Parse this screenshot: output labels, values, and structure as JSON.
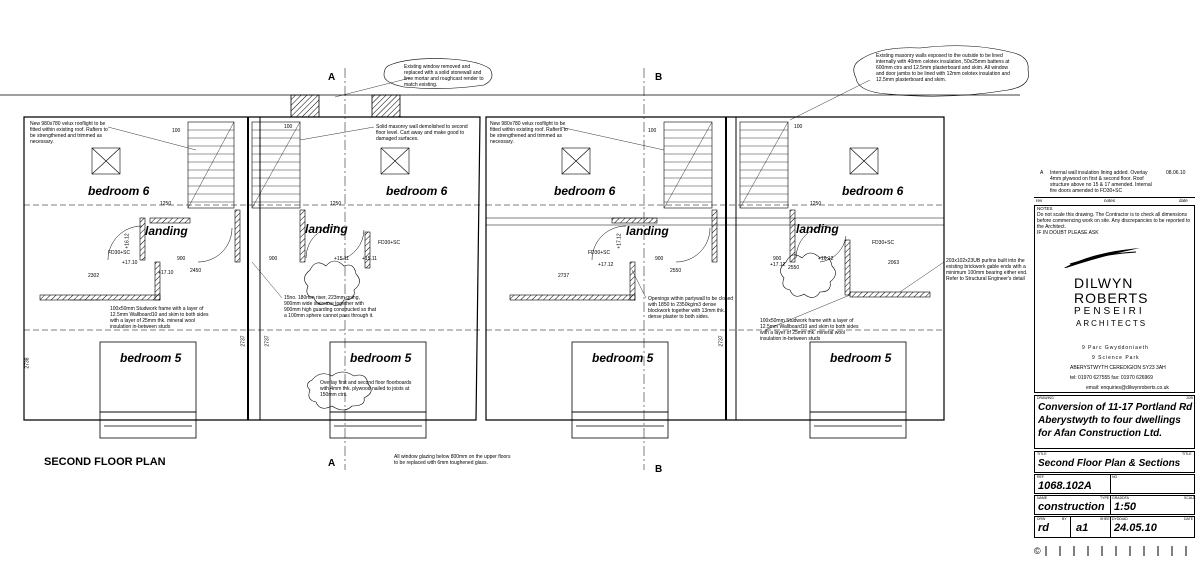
{
  "plan": {
    "title": "SECOND FLOOR PLAN",
    "section_marks": [
      "A",
      "A",
      "B",
      "B"
    ],
    "rooms": {
      "bedroom6": "bedroom 6",
      "bedroom5": "bedroom 5",
      "landing": "landing"
    },
    "fire_door": "FD30+SC",
    "dims": [
      "1250",
      "1250",
      "1250",
      "2302",
      "2450",
      "2737",
      "2550",
      "2063",
      "2550",
      "100",
      "100",
      "100",
      "100",
      "900",
      "900",
      "900",
      "900",
      "2738",
      "2737",
      "2737",
      "2737"
    ],
    "levels": [
      "+17.10",
      "+17.10",
      "+15.11",
      "+15.11",
      "+17.12",
      "+17.12",
      "+16.12",
      "+16.12",
      "+17.12"
    ],
    "notes": {
      "window_removed": "Existing window removed and replaced with a solid stonewall and lime mortar and roughcast render to match existing.",
      "masonry_walls": "Existing masonry walls exposed to the outside to be lined internally with 40mm celotex insulation, 50x25mm battens at 600mm ctrs and 12.5mm plasterboard and skim. All window and door jambs to be lined with 12mm celotex insulation and 12.5mm plasterboard and skim.",
      "rooflight_left": "New 980x780 velux rooflight to be fitted within existing roof. Rafters to be strengthened and trimmed as necessary.",
      "rooflight_right": "New 980x780 velux rooflight to be fitted within existing roof. Rafters to be strengthened and trimmed as necessary.",
      "solid_masonry": "Solid masonry wall demolished to second floor level. Cart away and make good to damaged surfaces.",
      "studwork_left": "100x50mm Studwork frame with a layer of 12.5mm Wallboard10 and skim to both sides with a layer of 25mm thk. mineral wool insulation in-between studs",
      "stair": "15no. 180mm riser, 223mm going, 900mm wide staircase together with 900mm high guarding constructed so that a 100mm sphere cannot pass through it.",
      "overlay": "Overlay first and second floor floorboards with 4mm thk. plywood nailed to joists at 150mm ctrs.",
      "glazing": "All window glazing below 800mm on the upper floors to be replaced with 6mm toughened glass.",
      "partywall": "Openings within partywall to be closed with 1850 to 2350kg/m3 dense blockwork together with 13mm thk. dense plaster to both sides.",
      "studwork_right": "100x50mm Studwork frame with a layer of 12.5mm Wallboard10 and skim to both sides with a layer of 25mm thk. mineral wool insulation in-between studs",
      "purlins": "203x102x23UB purlins built into the existing brickwork gable ends with a minimum 100mm bearing either end. Refer to Structural Engineer's detail"
    }
  },
  "titleblock": {
    "revision": {
      "rev": "A",
      "text": "Internal wall insulation lining added. Overlay 4mm plywood on first & second floor. Roof structure above no 15 & 17 amended. Internal fire doors amended to FD30+SC",
      "date": "08.06.10",
      "headers": [
        "rev",
        "notes",
        "date"
      ]
    },
    "notes_label": "NOTES",
    "notes_text": "Do not scale this drawing. The Contractor is to check all dimensions before commencing work on site. Any discrepancies to be reported to the Architect.",
    "notes_doubt": "IF IN DOUBT PLEASE ASK",
    "firm": [
      "DILWYN",
      "ROBERTS",
      "PENSEIRI",
      "ARCHITECTS"
    ],
    "address": [
      "9  Parc  Gwyddoniaeth",
      "9  Science  Park",
      "ABERYSTWYTH   CEREDIGION   SY23  3AH",
      "tel: 01970  627555   fax: 01970  626969",
      "email:  enquiries@dilwynroberts.co.uk"
    ],
    "job_label": "DRAWING",
    "job_no_label": "JOB",
    "job_title": [
      "Conversion of 11-17 Portland Rd",
      "Aberystwyth to four dwellings",
      "for Afan Construction Ltd."
    ],
    "title_label": "TITLE",
    "title_label2": "TITLE",
    "title": "Second Floor Plan & Sections",
    "ref_label": "REF",
    "ref_no_label": "NO",
    "ref": "1068.102A",
    "name_label": "NAME",
    "type_label": "TYPE",
    "scale_label": "GRADDFA",
    "scale_label2": "SCALE",
    "type": "construction",
    "scale": "1:50",
    "drw_label": "DRW",
    "by_label": "BY",
    "sheet_label": "SHEET",
    "date_label": "DYDDIAD",
    "date_label2": "DATE",
    "drawn_by": "rd",
    "sheet": "a1",
    "date": "24.05.10",
    "copyright": "©"
  }
}
